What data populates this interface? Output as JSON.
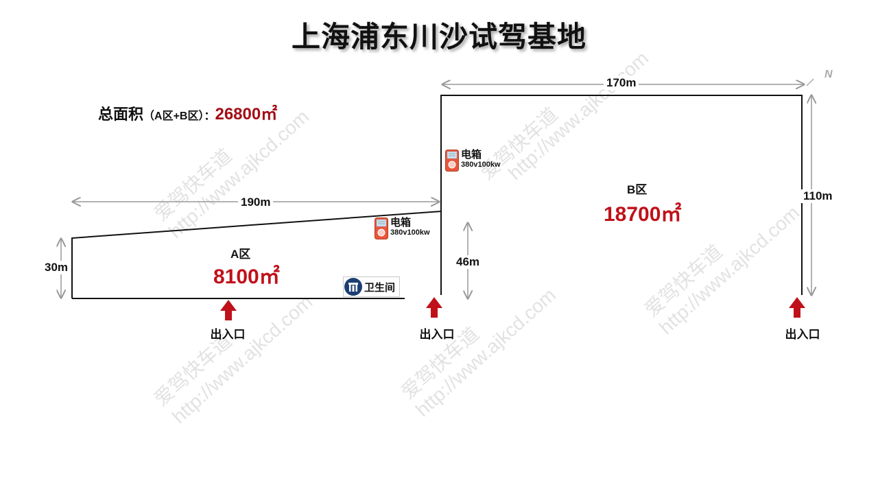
{
  "title": "上海浦东川沙试驾基地",
  "total": {
    "label": "总面积",
    "paren": "（A区+B区）：",
    "value": "26800㎡"
  },
  "zones": {
    "a": {
      "name": "A区",
      "area": "8100㎡"
    },
    "b": {
      "name": "B区",
      "area": "18700㎡"
    }
  },
  "dimensions": {
    "b_width": "170m",
    "a_length": "190m",
    "b_height": "110m",
    "a_height": "30m",
    "gap_height": "46m"
  },
  "electric_boxes": [
    {
      "label": "电箱",
      "spec": "380v100kw"
    },
    {
      "label": "电箱",
      "spec": "380v100kw"
    }
  ],
  "toilet": {
    "label": "卫生间"
  },
  "exits": [
    {
      "label": "出入口"
    },
    {
      "label": "出入口"
    },
    {
      "label": "出入口"
    }
  ],
  "north_label": "N",
  "watermark": {
    "brand": "爱驾快车道",
    "url": "http://www.ajkcd.com"
  },
  "colors": {
    "area_red": "#c0111a",
    "total_red": "#a30d16",
    "dim_grey": "#999999",
    "toilet_blue": "#1c3f73"
  }
}
